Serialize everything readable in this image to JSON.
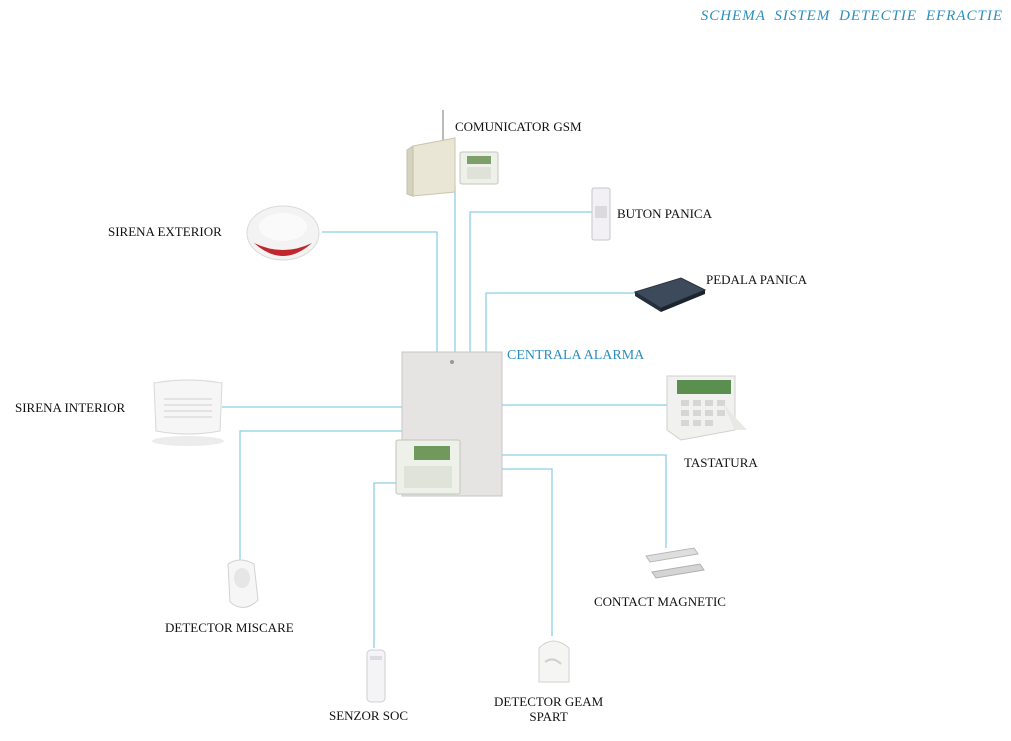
{
  "header": {
    "title": "SCHEMA  SISTEM  DETECTIE  EFRACTIE"
  },
  "nodes": {
    "central": "CENTRALA ALARMA",
    "gsm": "COMUNICATOR GSM",
    "panic_button": "BUTON PANICA",
    "panic_pedal": "PEDALA PANICA",
    "siren_exterior": "SIRENA EXTERIOR",
    "siren_interior": "SIRENA INTERIOR",
    "keypad": "TASTATURA",
    "magnetic_contact": "CONTACT MAGNETIC",
    "motion_detector": "DETECTOR MISCARE",
    "shock_sensor": "SENZOR SOC",
    "glass_break_line1": "DETECTOR GEAM",
    "glass_break_line2": "SPART"
  },
  "colors": {
    "wire": "#8ecfe3",
    "accent": "#2c8fbf"
  }
}
